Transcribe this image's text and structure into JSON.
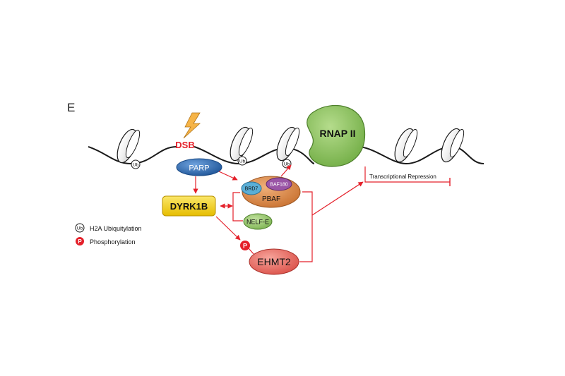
{
  "panel_label": "E",
  "damage": {
    "label": "DSB"
  },
  "proteins": {
    "parp": "PARP",
    "dyrk1b": "DYRK1B",
    "pbaf": "PBAF",
    "brd7": "BRD7",
    "baf180": "BAF180",
    "nelf_e": "NELF-E",
    "ehmt2": "EHMT2",
    "rnap2": "RNAP II"
  },
  "outcome": {
    "label": "Transcriptional Repression"
  },
  "marks": {
    "ub": "Ub",
    "p": "P"
  },
  "legend": [
    {
      "symbol": "Ub",
      "label": "H2A Ubiquitylation"
    },
    {
      "symbol": "P",
      "label": "Phosphorylation"
    }
  ],
  "colors": {
    "arrow": "#e4202a",
    "parp": "#2f6fb5",
    "dyrk1b": "#f2d11a",
    "pbaf": "#d98a46",
    "brd7": "#5aaed6",
    "baf180": "#9a55a6",
    "nelf_e": "#8dc263",
    "ehmt2": "#ec6f63",
    "rnap2": "#8cc35a",
    "lightning": "#f6b447"
  }
}
